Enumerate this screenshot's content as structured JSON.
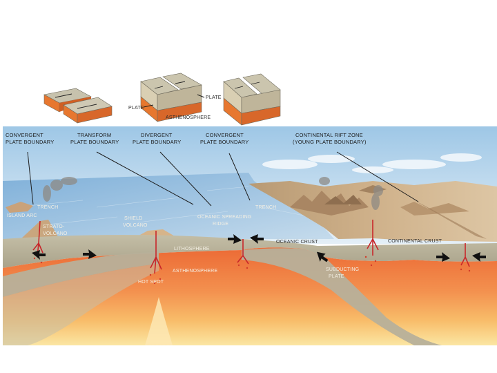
{
  "top_diagrams": {
    "plate": "PLATE",
    "plate_right": "PLATE",
    "asthenosphere": "ASTHENOSPHERE"
  },
  "labels": {
    "convergent_left": [
      "CONVERGENT",
      "PLATE BOUNDARY"
    ],
    "transform": [
      "TRANSFORM",
      "PLATE BOUNDARY"
    ],
    "divergent": [
      "DIVERGENT",
      "PLATE BOUNDARY"
    ],
    "convergent_right": [
      "CONVERGENT",
      "PLATE BOUNDARY"
    ],
    "continental_rift": [
      "CONTINENTAL RIFT ZONE",
      "(YOUNG PLATE BOUNDARY)"
    ],
    "trench_left": "TRENCH",
    "island_arc": "ISLAND ARC",
    "strato_volcano": [
      "STRATO-",
      "VOLCANO"
    ],
    "shield_volcano": [
      "SHIELD",
      "VOLCANO"
    ],
    "oceanic_ridge": [
      "OCEANIC SPREADING",
      "RIDGE"
    ],
    "trench_right": "TRENCH",
    "lithosphere": "LITHOSPHERE",
    "oceanic_crust": "OCEANIC CRUST",
    "continental_crust": "CONTINENTAL CRUST",
    "asthenosphere": "ASTHENOSPHERE",
    "hot_spot": "HOT SPOT",
    "subducting_plate": [
      "SUBDUCTING",
      "PLATE"
    ]
  },
  "colors": {
    "sky": "#cfe3f1",
    "ocean": "#8fb6d8",
    "land": "#c9a77c",
    "lithosphere": "#b8b19a",
    "asthenosphere": "#f07a3e",
    "mantle_hot": "#fbe08a",
    "magma": "#d9302a"
  }
}
